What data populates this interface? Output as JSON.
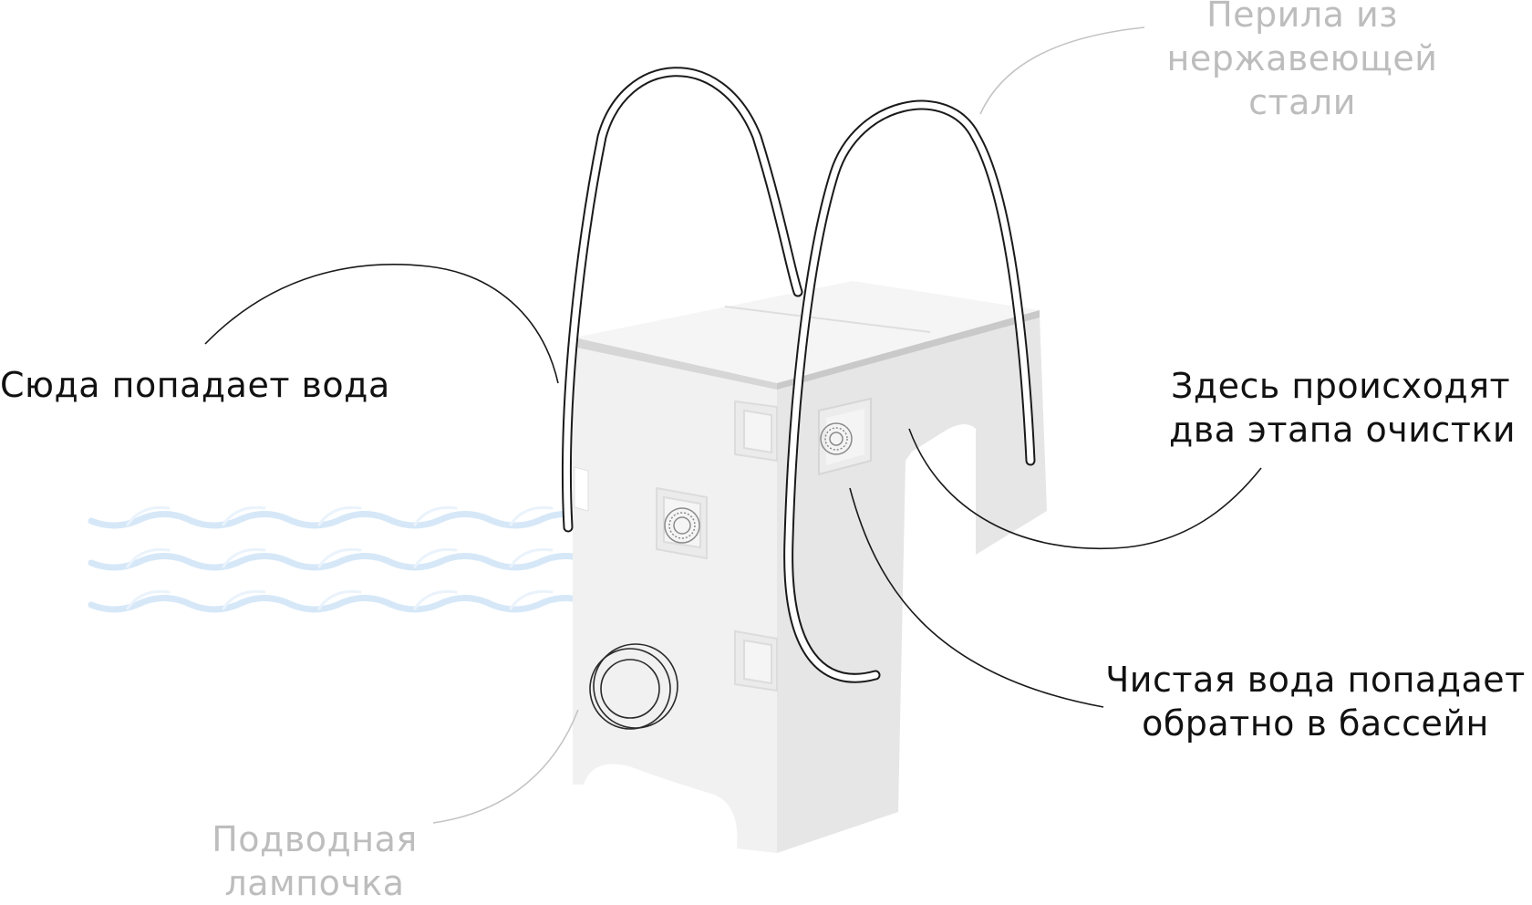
{
  "labels": {
    "water_in": {
      "lines": [
        "Сюда попадает вода"
      ]
    },
    "railings": {
      "lines": [
        "Перила из",
        "нержавеющей",
        "стали"
      ]
    },
    "stages": {
      "lines": [
        "Здесь происходят",
        "два этапа очистки"
      ]
    },
    "clean_water": {
      "lines": [
        "Чистая вода попадает",
        "обратно в бассейн"
      ]
    },
    "lamp": {
      "lines": [
        "Подводная",
        "лампочка"
      ]
    }
  },
  "colors": {
    "dark_text": "#111111",
    "muted_text": "#bdbdbd",
    "water_wave": "#cfe4f7",
    "unit_light": "#f2f2f2",
    "unit_shade": "#e6e6e6",
    "lid": "#f4f4f4",
    "outline": "#1a1a1a"
  },
  "icons": [
    "water-waves-icon",
    "skimmer-unit-icon",
    "stainless-railing-icon",
    "underwater-lamp-icon"
  ]
}
